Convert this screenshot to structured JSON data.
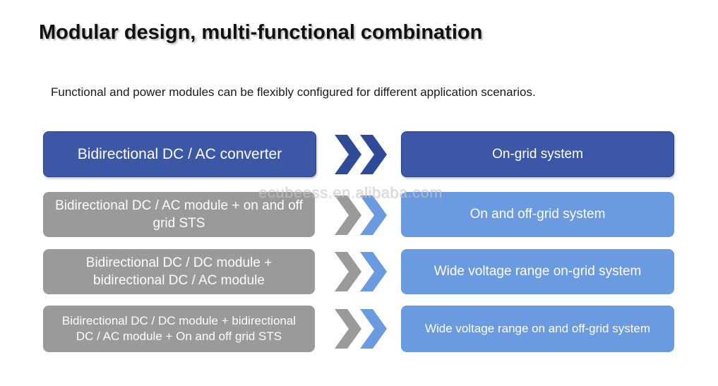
{
  "title": "Modular design, multi-functional combination",
  "subtitle": "Functional and power modules can be flexibly configured for different application scenarios.",
  "watermark": "ecubeess.en.alibaba.com",
  "colors": {
    "dark_blue": "#3b57a5",
    "light_blue": "#6a9be0",
    "gray": "#9a9a9a"
  },
  "rows": [
    {
      "module": "Bidirectional DC / AC converter",
      "system": "On-grid system"
    },
    {
      "module": "Bidirectional DC / AC module + on and off grid  STS",
      "system": "On and off-grid system"
    },
    {
      "module": "Bidirectional DC / DC module + bidirectional DC / AC module",
      "system": "Wide voltage range on-grid system"
    },
    {
      "module": "Bidirectional DC / DC module + bidirectional DC / AC module + On and off grid STS",
      "system": "Wide voltage range on and off-grid system"
    }
  ],
  "icons": {
    "arrow": "double-chevron-right-icon"
  }
}
